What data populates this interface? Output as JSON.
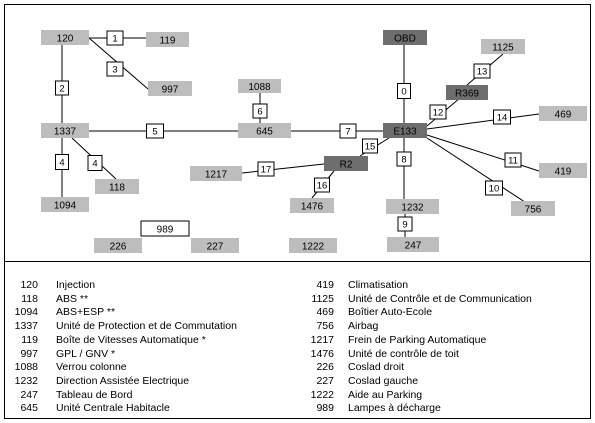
{
  "colors": {
    "node_light": "#bdbdbd",
    "node_dark": "#6e6e6e",
    "line": "#000000",
    "link_box_fill": "#ffffff"
  },
  "nodes": [
    {
      "id": "n120",
      "label": "120",
      "style": "light"
    },
    {
      "id": "n119",
      "label": "119",
      "style": "light"
    },
    {
      "id": "n997",
      "label": "997",
      "style": "light"
    },
    {
      "id": "n1088",
      "label": "1088",
      "style": "light"
    },
    {
      "id": "n1337",
      "label": "1337",
      "style": "light"
    },
    {
      "id": "n645",
      "label": "645",
      "style": "light"
    },
    {
      "id": "n118",
      "label": "118",
      "style": "light"
    },
    {
      "id": "n1094",
      "label": "1094",
      "style": "light"
    },
    {
      "id": "n1217",
      "label": "1217",
      "style": "light"
    },
    {
      "id": "n1476",
      "label": "1476",
      "style": "light"
    },
    {
      "id": "nOBD",
      "label": "OBD",
      "style": "dark"
    },
    {
      "id": "n1125",
      "label": "1125",
      "style": "light"
    },
    {
      "id": "nR369",
      "label": "R369",
      "style": "dark"
    },
    {
      "id": "nE133",
      "label": "E133",
      "style": "dark"
    },
    {
      "id": "nR2",
      "label": "R2",
      "style": "dark"
    },
    {
      "id": "n469",
      "label": "469",
      "style": "light"
    },
    {
      "id": "n419",
      "label": "419",
      "style": "light"
    },
    {
      "id": "n756",
      "label": "756",
      "style": "light"
    },
    {
      "id": "n1232",
      "label": "1232",
      "style": "light"
    },
    {
      "id": "n247",
      "label": "247",
      "style": "light"
    },
    {
      "id": "n226",
      "label": "226",
      "style": "light"
    },
    {
      "id": "n989",
      "label": "989",
      "style": "outline"
    },
    {
      "id": "n227",
      "label": "227",
      "style": "light"
    },
    {
      "id": "n1222",
      "label": "1222",
      "style": "light"
    }
  ],
  "links": [
    {
      "label": "1",
      "from": "n120",
      "to": "n119"
    },
    {
      "label": "2",
      "from": "n120",
      "to": "n1337"
    },
    {
      "label": "3",
      "from": "n120",
      "to": "n997"
    },
    {
      "label": "4",
      "from": "n1337",
      "to": "n1094"
    },
    {
      "label": "4",
      "from": "n1337",
      "to": "n118"
    },
    {
      "label": "5",
      "from": "n1337",
      "to": "n645"
    },
    {
      "label": "6",
      "from": "n1088",
      "to": "n645"
    },
    {
      "label": "7",
      "from": "n645",
      "to": "nE133"
    },
    {
      "label": "0",
      "from": "nOBD",
      "to": "nE133"
    },
    {
      "label": "8",
      "from": "nE133",
      "to": "n1232"
    },
    {
      "label": "9",
      "from": "n1232",
      "to": "n247"
    },
    {
      "label": "10",
      "from": "nE133",
      "to": "n756"
    },
    {
      "label": "11",
      "from": "nE133",
      "to": "n419"
    },
    {
      "label": "12",
      "from": "nE133",
      "to": "nR369"
    },
    {
      "label": "13",
      "from": "nR369",
      "to": "n1125"
    },
    {
      "label": "14",
      "from": "nE133",
      "to": "n469"
    },
    {
      "label": "15",
      "from": "nE133",
      "to": "nR2"
    },
    {
      "label": "16",
      "from": "nR2",
      "to": "n1476"
    },
    {
      "label": "17",
      "from": "nR2",
      "to": "n1217"
    }
  ],
  "legend": {
    "left": [
      {
        "code": "120",
        "label": "Injection"
      },
      {
        "code": "118",
        "label": "ABS **"
      },
      {
        "code": "1094",
        "label": "ABS+ESP **"
      },
      {
        "code": "1337",
        "label": "Unité de Protection et de Commutation"
      },
      {
        "code": "119",
        "label": "Boîte de Vitesses Automatique *"
      },
      {
        "code": "997",
        "label": "GPL / GNV *"
      },
      {
        "code": "1088",
        "label": "Verrou colonne"
      },
      {
        "code": "1232",
        "label": "Direction Assistée Electrique"
      },
      {
        "code": "247",
        "label": "Tableau de Bord"
      },
      {
        "code": "645",
        "label": "Unité Centrale Habitacle"
      }
    ],
    "right": [
      {
        "code": "419",
        "label": "Climatisation"
      },
      {
        "code": "1125",
        "label": "Unité de Contrôle et de Communication"
      },
      {
        "code": "469",
        "label": "Boîtier Auto-Ecole"
      },
      {
        "code": "756",
        "label": "Airbag"
      },
      {
        "code": "1217",
        "label": "Frein de Parking Automatique"
      },
      {
        "code": "1476",
        "label": "Unité de contrôle de toit"
      },
      {
        "code": "226",
        "label": "Coslad droit"
      },
      {
        "code": "227",
        "label": "Coslad gauche"
      },
      {
        "code": "1222",
        "label": "Aide au Parking"
      },
      {
        "code": "989",
        "label": "Lampes à décharge"
      }
    ]
  }
}
